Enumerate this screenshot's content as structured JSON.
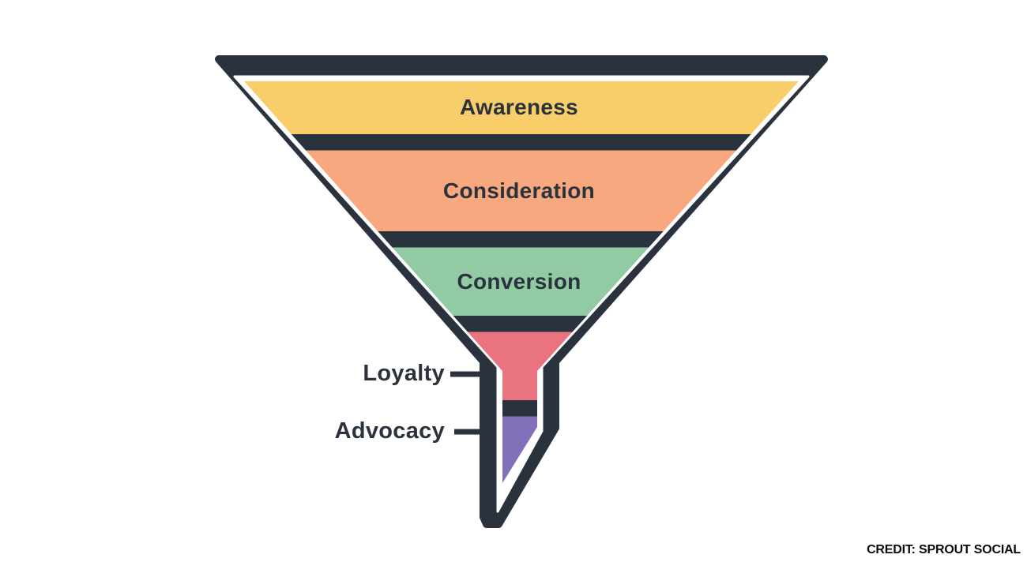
{
  "diagram": {
    "type": "funnel",
    "description": "Marketing funnel with five stages, narrowing from top to bottom spout"
  },
  "colors": {
    "background": "#ffffff",
    "outline": "#2A333D",
    "inner_line": "#ffffff",
    "label_text": "#2A333D",
    "credit_text": "#0B0B0B"
  },
  "funnel": {
    "stages": [
      {
        "label": "Awareness",
        "color": "#F8CE6B",
        "label_position": "inside"
      },
      {
        "label": "Consideration",
        "color": "#F7A87F",
        "label_position": "inside"
      },
      {
        "label": "Conversion",
        "color": "#92CBA3",
        "label_position": "inside"
      },
      {
        "label": "Loyalty",
        "color": "#E97480",
        "label_position": "outside-left"
      },
      {
        "label": "Advocacy",
        "color": "#8271BA",
        "label_position": "outside-left"
      }
    ]
  },
  "credit": {
    "label": "CREDIT: SPROUT SOCIAL"
  }
}
